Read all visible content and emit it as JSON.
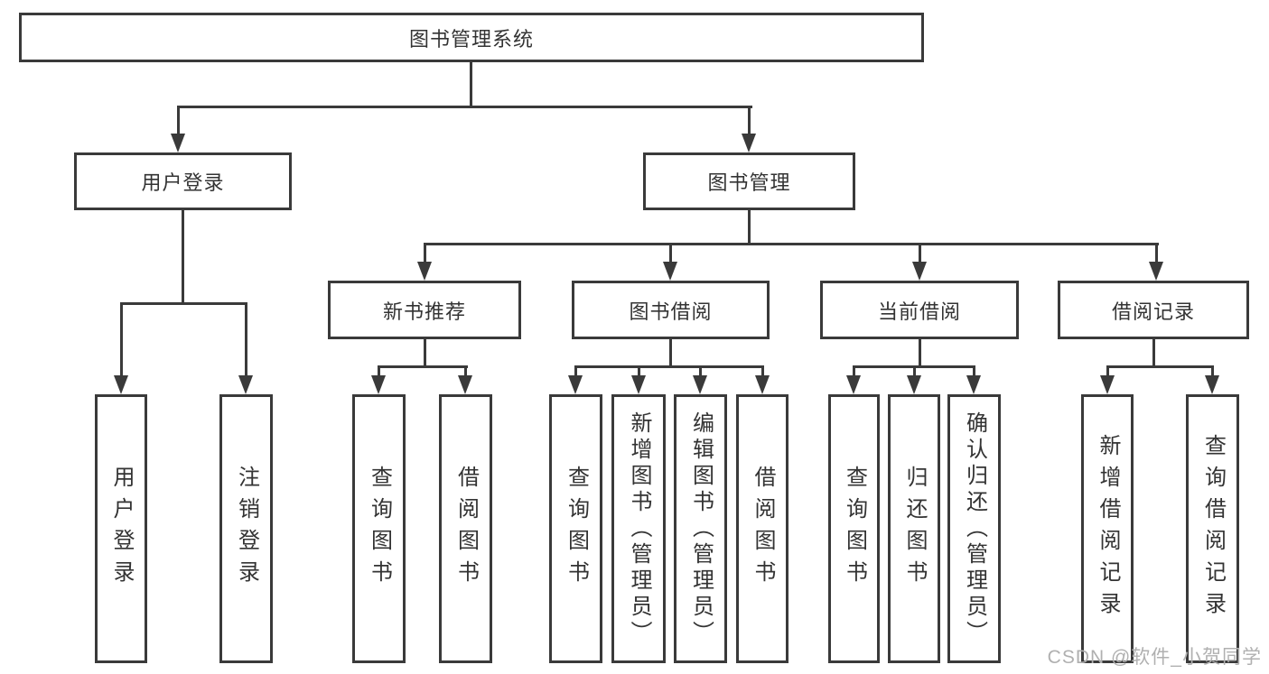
{
  "colors": {
    "line": "#3a3a3a",
    "text": "#333333",
    "background": "#ffffff",
    "watermark": "#b0b0b0"
  },
  "tree": {
    "root": {
      "label": "图书管理系统"
    },
    "children": [
      {
        "label": "用户登录",
        "children": [
          {
            "label": "用户登录"
          },
          {
            "label": "注销登录"
          }
        ]
      },
      {
        "label": "图书管理",
        "children": [
          {
            "label": "新书推荐",
            "children": [
              {
                "label": "查询图书"
              },
              {
                "label": "借阅图书"
              }
            ]
          },
          {
            "label": "图书借阅",
            "children": [
              {
                "label": "查询图书"
              },
              {
                "label": "新增图书（管理员）"
              },
              {
                "label": "编辑图书（管理员）"
              },
              {
                "label": "借阅图书"
              }
            ]
          },
          {
            "label": "当前借阅",
            "children": [
              {
                "label": "查询图书"
              },
              {
                "label": "归还图书"
              },
              {
                "label": "确认归还（管理员）"
              }
            ]
          },
          {
            "label": "借阅记录",
            "children": [
              {
                "label": "新增借阅记录"
              },
              {
                "label": "查询借阅记录"
              }
            ]
          }
        ]
      }
    ]
  },
  "watermark": {
    "text": "CSDN @软件_小贺同学"
  }
}
